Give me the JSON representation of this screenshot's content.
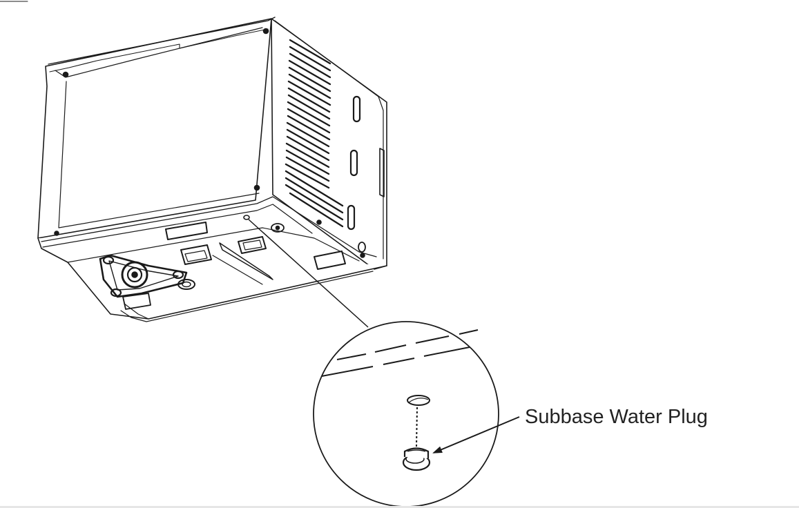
{
  "callout": {
    "label": "Subbase Water Plug"
  },
  "colors": {
    "line": "#1a1a1a",
    "background": "#ffffff",
    "rule": "#e6e6e6"
  },
  "icons": [
    "air-conditioner-unit-drawing",
    "magnifier-circle",
    "water-plug-icon",
    "plug-hole-icon",
    "pointer-arrow"
  ]
}
